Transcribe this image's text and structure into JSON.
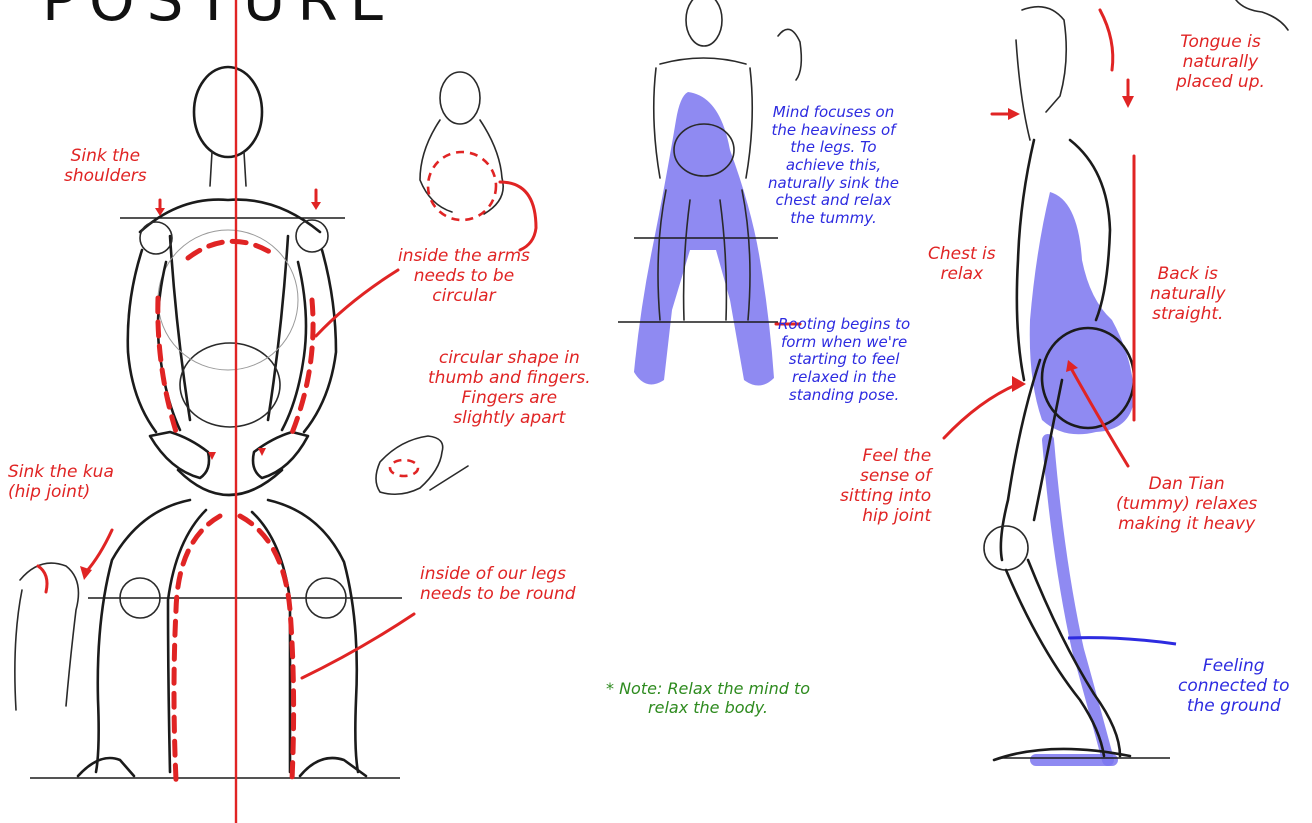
{
  "title": "POSTURE",
  "labels": {
    "sink_shoulders": "Sink the\nshoulders",
    "inside_arms": "inside the arms\nneeds to be\ncircular",
    "circular_shape": "circular shape in\nthumb and fingers.\nFingers are\nslightly apart",
    "sink_kua": "Sink the kua\n(hip joint)",
    "inside_legs": "inside of our legs\nneeds to be round",
    "mind_focuses": "Mind focuses on\nthe heaviness of\nthe legs. To\nachieve this,\nnaturally sink the\nchest and relax\nthe tummy.",
    "rooting": "Rooting begins to\nform when we're\nstarting to feel\nrelaxed in the\nstanding pose.",
    "note": "* Note: Relax the mind to\nrelax the body.",
    "tongue": "Tongue is\nnaturally\nplaced up.",
    "chest_relax": "Chest is\nrelax",
    "back_straight": "Back is\nnaturally\nstraight.",
    "feel_sitting": "Feel the\nsense of\nsitting into\nhip joint",
    "dan_tian": "Dan Tian\n(tummy) relaxes\nmaking it heavy",
    "feeling_connected": "Feeling\nconnected to\nthe ground"
  },
  "colors": {
    "annotation_red": "#e02424",
    "annotation_blue": "#2d2be0",
    "note_green": "#2e8b1f",
    "energy_fill": "#7b76f0",
    "ink": "#1b1b1b"
  }
}
